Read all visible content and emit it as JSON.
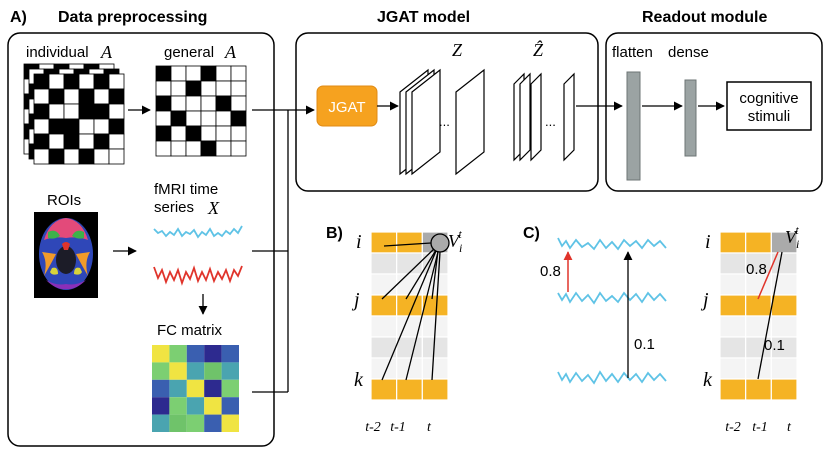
{
  "panel_a": {
    "label": "A)",
    "title": "Data preprocessing",
    "individual_label": "individual",
    "general_label": "general",
    "matrix_symbol": "A",
    "rois_label": "ROIs",
    "fmri_label_line1": "fMRI time",
    "fmri_label_line2": "series",
    "fmri_symbol": "X",
    "fc_label": "FC matrix"
  },
  "jgat": {
    "title": "JGAT model",
    "block_label": "JGAT",
    "z_label": "Z",
    "zhat_label": "Ẑ",
    "ellipsis": "..."
  },
  "readout": {
    "title": "Readout module",
    "flatten_label": "flatten",
    "dense_label": "dense",
    "output_line1": "cognitive",
    "output_line2": "stimuli"
  },
  "panel_b": {
    "label": "B)",
    "row_i": "i",
    "row_j": "j",
    "row_k": "k",
    "node_label": "V",
    "node_sub": "i",
    "node_sup": "t",
    "col_labels": [
      "t-2",
      "t-1",
      "t"
    ]
  },
  "panel_c": {
    "label": "C)",
    "weight_high": "0.8",
    "weight_low": "0.1",
    "row_i": "i",
    "row_j": "j",
    "row_k": "k",
    "node_label": "V",
    "node_sub": "i",
    "node_sup": "t",
    "col_labels": [
      "t-2",
      "t-1",
      "t"
    ]
  },
  "colors": {
    "orange": "#f5b324",
    "jgat_fill": "#f6a21f",
    "grey_cell": "#e5e5e5",
    "node_grey": "#aaaaaa",
    "wave_blue": "#5fc3e6",
    "wave_red": "#e0342b",
    "bar_grey": "#9ba3a3"
  }
}
